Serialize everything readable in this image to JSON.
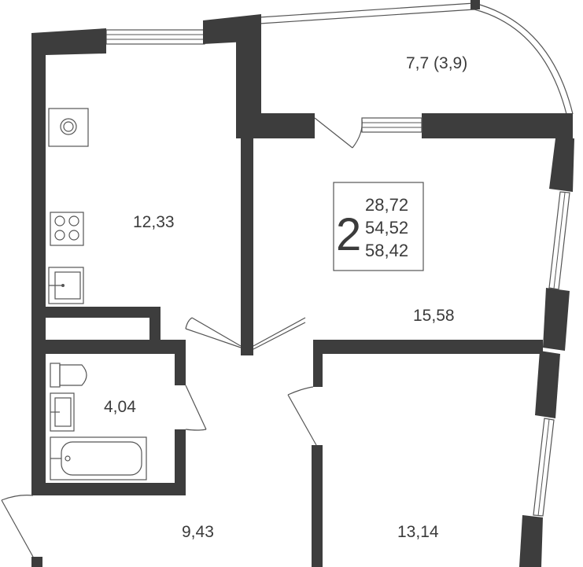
{
  "apartment": {
    "rooms_count": "2",
    "areas": [
      "28,72",
      "54,52",
      "58,42"
    ]
  },
  "rooms": [
    {
      "id": "balcony",
      "label": "7,7 (3,9)"
    },
    {
      "id": "kitchen",
      "label": "12,33"
    },
    {
      "id": "living-room",
      "label": "15,58"
    },
    {
      "id": "bathroom",
      "label": "4,04"
    },
    {
      "id": "hallway",
      "label": "9,43"
    },
    {
      "id": "bedroom",
      "label": "13,14"
    }
  ],
  "colors": {
    "wall": "#3d3d3d",
    "text": "#3b3b3b",
    "background": "#ffffff"
  },
  "icons": [
    "boiler-icon",
    "stove-icon",
    "kitchen-sink-icon",
    "toilet-icon",
    "washbasin-icon",
    "bathtub-icon",
    "door-swing-icon",
    "window-icon"
  ]
}
